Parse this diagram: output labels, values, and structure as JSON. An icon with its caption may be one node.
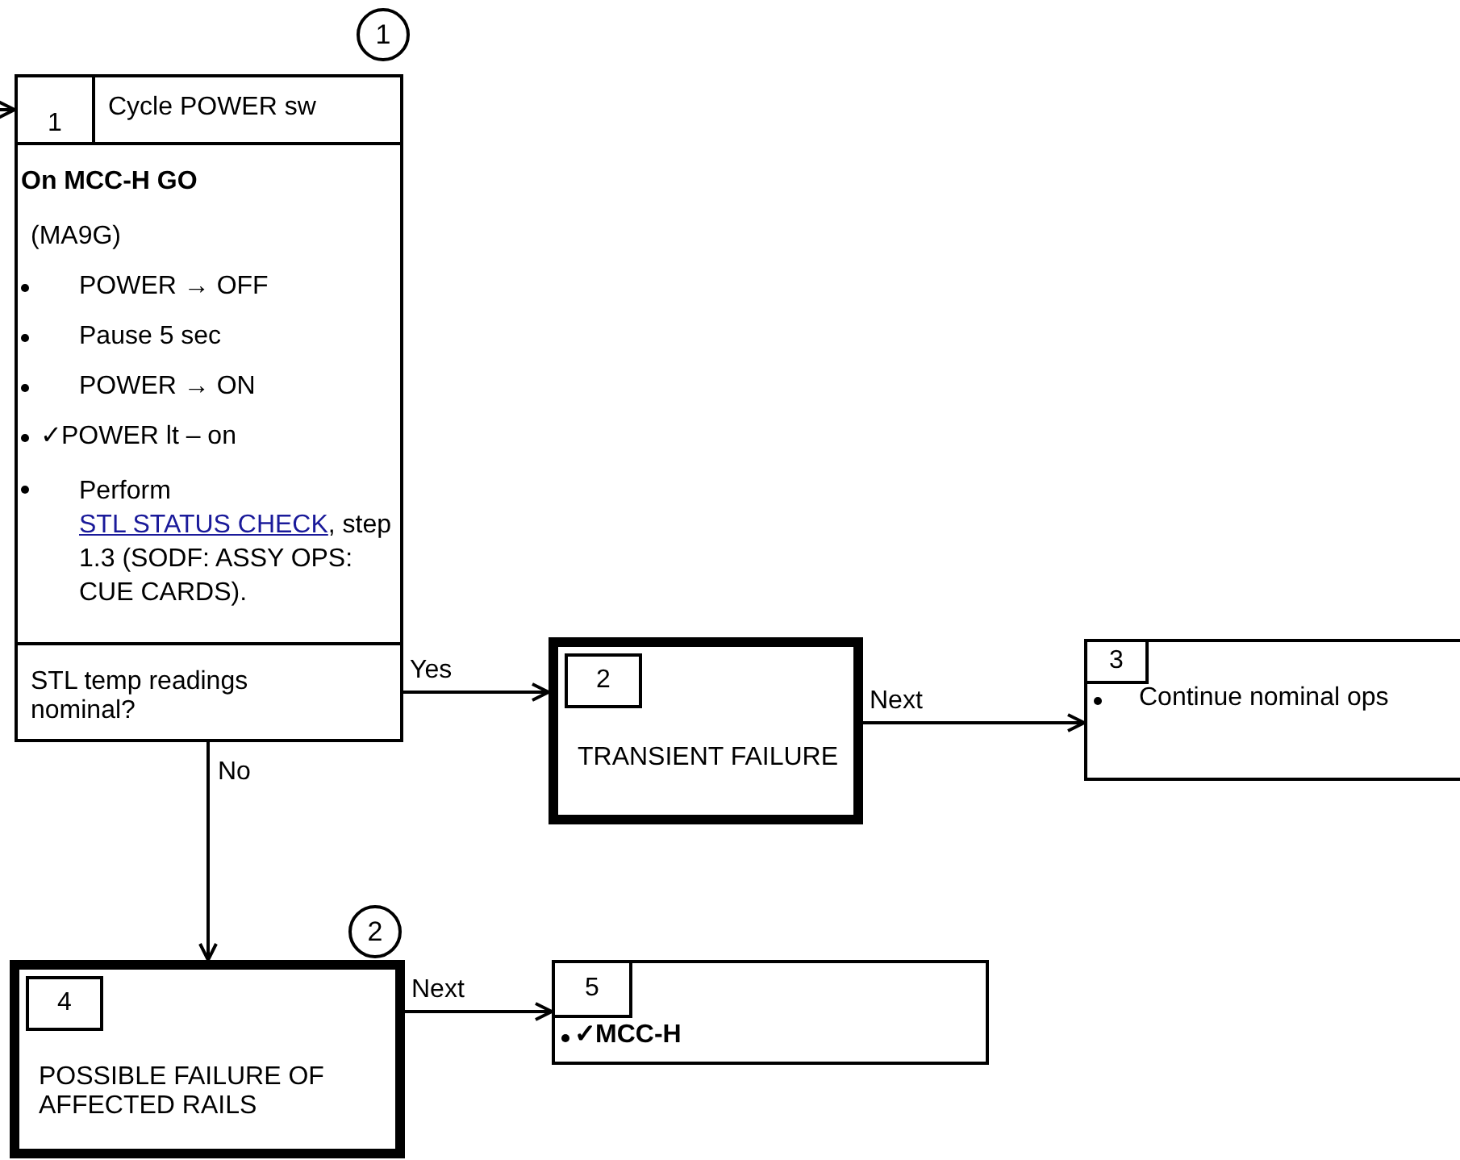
{
  "diagram": {
    "nodes": [
      {
        "text": [
          "1",
          "Cycle POWER sw",
          "On MCC-H GO",
          "(MA9G)",
          "POWER → OFF",
          "Pause 5 sec",
          "POWER → ON",
          "✓POWER lt – on",
          "Perform",
          "STL STATUS CHECK",
          ", step 1.3 (SODF: ASSY OPS: CUE CARDS)."
        ],
        "beside": [
          "1"
        ]
      },
      {
        "text": [
          "STL temp readings nominal?"
        ],
        "in": 0
      },
      {
        "text": [
          "2",
          "TRANSIENT FAILURE"
        ]
      },
      {
        "text": [
          "3",
          "Continue nominal ops"
        ]
      },
      {
        "text": [
          "4",
          "POSSIBLE FAILURE OF AFFECTED RAILS"
        ],
        "beside": [
          "2"
        ]
      },
      {
        "text": [
          "5",
          "✓MCC-H"
        ]
      }
    ],
    "edges": [
      {
        "from": null,
        "to": 0,
        "arrow": "to"
      },
      {
        "from": 1,
        "to": 2,
        "label": "Yes",
        "arrow": "to"
      },
      {
        "from": 2,
        "to": 3,
        "label": "Next",
        "arrow": "to"
      },
      {
        "from": 1,
        "to": 4,
        "label": "No",
        "arrow": "to"
      },
      {
        "from": 4,
        "to": 5,
        "label": "Next",
        "arrow": "to"
      }
    ]
  }
}
